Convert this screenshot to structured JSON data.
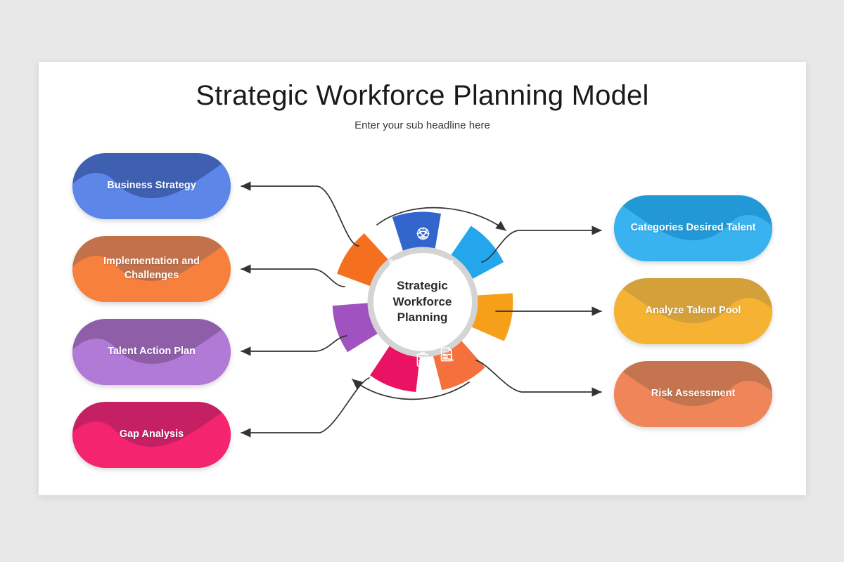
{
  "header": {
    "title": "Strategic Workforce Planning Model",
    "subtitle": "Enter your sub headline here"
  },
  "hub": {
    "center_line1": "Strategic",
    "center_line2": "Workforce",
    "center_line3": "Planning",
    "ring_color": "#d4d4d4"
  },
  "left_items": [
    {
      "label": "Business Strategy",
      "base": "#3f5fb0",
      "wave": "#5c86e8",
      "segment_color": "#3366cc",
      "icon": "trophy-gear-icon"
    },
    {
      "label": "Implementation and Challenges",
      "base": "#c2714a",
      "wave": "#f7803c",
      "segment_color": "#f4701f",
      "icon": "boulder-push-icon"
    },
    {
      "label": "Talent Action Plan",
      "base": "#8e5fa8",
      "wave": "#b07ad6",
      "segment_color": "#a052c0",
      "icon": "clock-team-icon"
    },
    {
      "label": "Gap Analysis",
      "base": "#c52064",
      "wave": "#f4246e",
      "segment_color": "#ea1262",
      "icon": "gap-clipboard-icon"
    }
  ],
  "right_items": [
    {
      "label": "Categories Desired Talent",
      "base": "#2299d6",
      "wave": "#38b3f0",
      "segment_color": "#23a6ec",
      "icon": "talent-search-icon"
    },
    {
      "label": "Analyze Talent Pool",
      "base": "#d4a03a",
      "wave": "#f5b233",
      "segment_color": "#f6a01a",
      "icon": "chart-search-icon"
    },
    {
      "label": "Risk Assessment",
      "base": "#c4744e",
      "wave": "#f0855a",
      "segment_color": "#f4703c",
      "icon": "risk-document-icon"
    }
  ],
  "arrows": {
    "top_arc": "clockwise-arc-arrow",
    "bottom_arc": "counterclockwise-arc-arrow",
    "connector_color": "#333333"
  }
}
